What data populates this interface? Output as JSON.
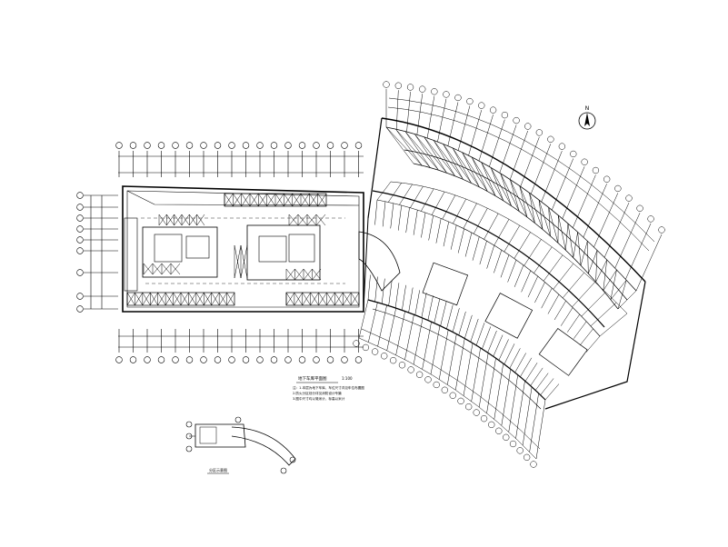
{
  "drawing": {
    "main_title": "地下车库平面图",
    "main_scale": "1:100",
    "notes": [
      "注：1.本层为地下车库，车位尺寸详见车位布置图",
      "2.防火分区划分详见消防设计专篇",
      "3.图中尺寸均以毫米计，标高以米计"
    ],
    "key_plan_label": "分区示意图",
    "north_label": "N"
  },
  "colors": {
    "line": "#000000",
    "paper": "#ffffff"
  },
  "icons": {
    "north": "north-arrow-icon",
    "axis_bubble": "axis-bubble-icon",
    "parking": "parking-stall-icon",
    "stair": "stair-icon"
  }
}
